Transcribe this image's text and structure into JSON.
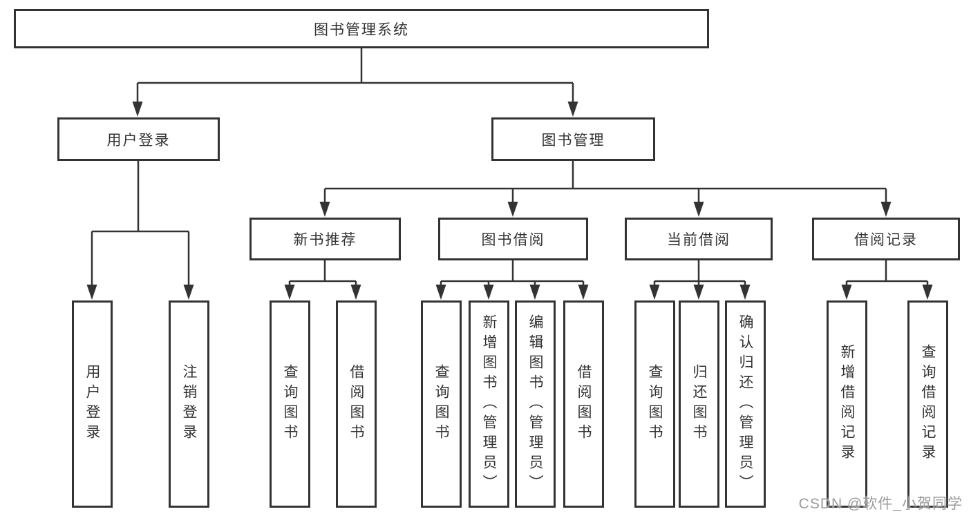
{
  "tree": {
    "root": {
      "label": "图书管理系统"
    },
    "children": [
      {
        "label": "用户登录",
        "children": [
          {
            "label": "用户登录"
          },
          {
            "label": "注销登录"
          }
        ]
      },
      {
        "label": "图书管理",
        "children": [
          {
            "label": "新书推荐",
            "children": [
              {
                "label": "查询图书"
              },
              {
                "label": "借阅图书"
              }
            ]
          },
          {
            "label": "图书借阅",
            "children": [
              {
                "label": "查询图书"
              },
              {
                "label": "新增图书（管理员）"
              },
              {
                "label": "编辑图书（管理员）"
              },
              {
                "label": "借阅图书"
              }
            ]
          },
          {
            "label": "当前借阅",
            "children": [
              {
                "label": "查询图书"
              },
              {
                "label": "归还图书"
              },
              {
                "label": "确认归还（管理员）"
              }
            ]
          },
          {
            "label": "借阅记录",
            "children": [
              {
                "label": "新增借阅记录"
              },
              {
                "label": "查询借阅记录"
              }
            ]
          }
        ]
      }
    ]
  },
  "watermark": {
    "text": "CSDN @软件_小贺同学"
  },
  "colors": {
    "line": "#333333",
    "border": "#333333",
    "text": "#333333",
    "background": "#ffffff",
    "watermark": "#9a9a9a"
  }
}
